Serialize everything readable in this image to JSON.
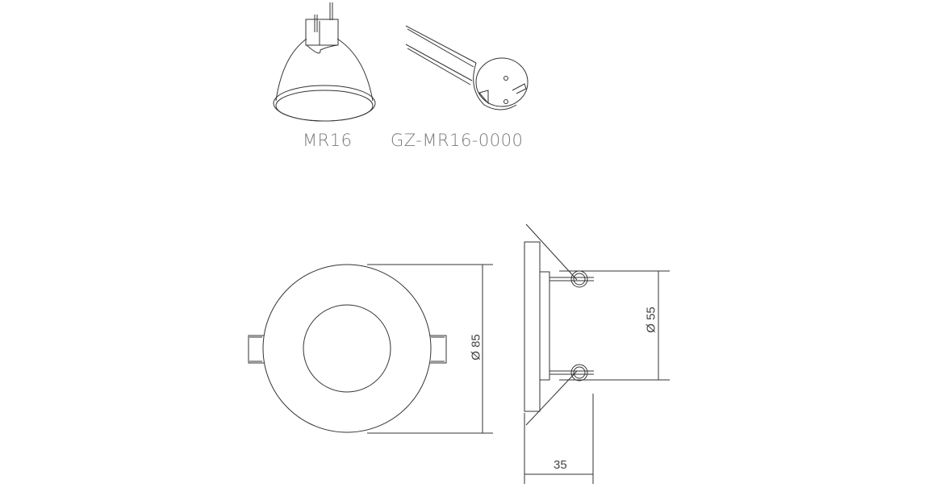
{
  "labels": {
    "lamp": "MR16",
    "socket": "GZ-MR16-0000"
  },
  "dimensions": {
    "front_diameter": "Ø 85",
    "cutout_diameter": "Ø 55",
    "depth": "35"
  },
  "colors": {
    "line": "#333333",
    "label": "#7a7a7a"
  }
}
